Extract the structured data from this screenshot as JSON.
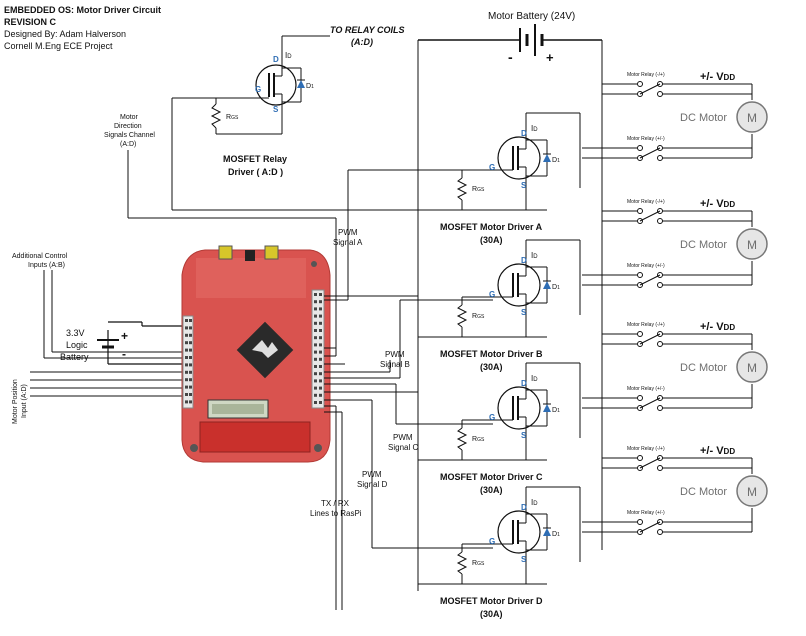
{
  "header": {
    "line1": "EMBEDDED OS: Motor Driver Circuit",
    "line2": "REVISION C",
    "line3": "Designed By: Adam Halverson",
    "line4": "Cornell M.Eng ECE Project"
  },
  "relay_driver": {
    "to_relay_1": "TO RELAY COILS",
    "to_relay_2": "(A:D)",
    "label_1": "MOSFET Relay",
    "label_2": "Driver ( A:D )"
  },
  "battery": {
    "label": "Motor Battery (24V)",
    "minus": "-",
    "plus": "+"
  },
  "logic_battery": {
    "line1": "3.3V",
    "line2": "Logic",
    "line3": "Battery",
    "plus": "+",
    "minus": "-"
  },
  "left_labels": {
    "dir_1": "Motor",
    "dir_2": "Direction",
    "dir_3": "Signals Channel",
    "dir_4": "(A:D)",
    "ctrl_1": "Additional Control",
    "ctrl_2": "Inputs (A:B)",
    "pos_1": "Motor Position",
    "pos_2": "Input (A:D)",
    "tx_1": "TX / RX",
    "tx_2": "Lines to RasPi"
  },
  "pins": {
    "drain": "D",
    "source": "S",
    "gate": "G",
    "diode": "D",
    "rgs": "R",
    "rgs_sub": "GS",
    "id_sub": "D"
  },
  "drivers": [
    {
      "pwm_1": "PWM",
      "pwm_2": "Signal A",
      "name_1": "MOSFET Motor Driver A",
      "name_2": "(30A)"
    },
    {
      "pwm_1": "PWM",
      "pwm_2": "Signal B",
      "name_1": "MOSFET Motor Driver B",
      "name_2": "(30A)"
    },
    {
      "pwm_1": "PWM",
      "pwm_2": "Signal C",
      "name_1": "MOSFET Motor Driver C",
      "name_2": "(30A)"
    },
    {
      "pwm_1": "PWM",
      "pwm_2": "Signal D",
      "name_1": "MOSFET Motor Driver D",
      "name_2": "(30A)"
    }
  ],
  "motors": {
    "relay_1": "Motor Relay (-/+)",
    "relay_2": "Motor Relay (+/-)",
    "vdd_pm": "+/- V",
    "vdd_sub": "DD",
    "label": "DC Motor",
    "symbol": "M"
  },
  "board": {
    "chip_text": "",
    "lcd_text": ""
  },
  "colors": {
    "board_red": "#d9534f",
    "pin_blue": "#2e6db4",
    "wire": "#111111"
  }
}
